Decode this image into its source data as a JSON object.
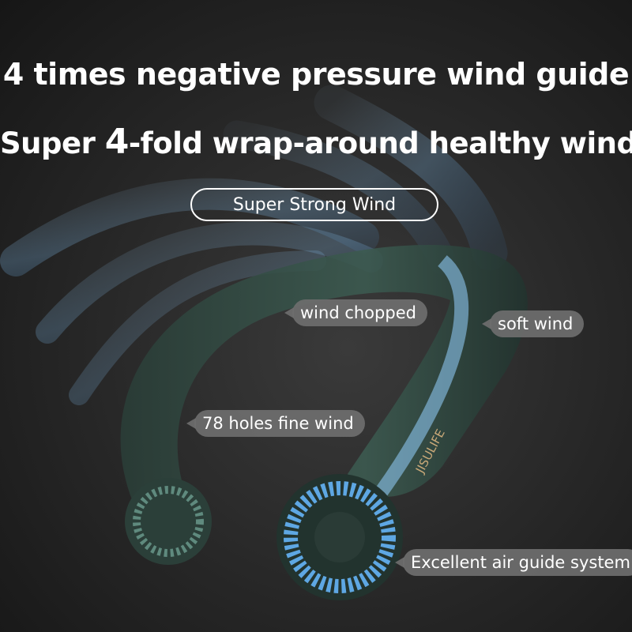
{
  "headline": {
    "line1": "4 times negative pressure wind guide",
    "line2_prefix": "Super ",
    "line2_number": "4",
    "line2_suffix": "-fold wrap-around healthy wind"
  },
  "badge": "Super Strong Wind",
  "callouts": {
    "wind_chopped": "wind chopped",
    "soft_wind": "soft wind",
    "holes": "78 holes fine wind",
    "air_guide": "Excellent air guide system"
  },
  "product": {
    "brand": "JISULIFE"
  },
  "colors": {
    "background": "#262626",
    "wind": "#7fb8e6",
    "device": "#2f4a42",
    "callout": "#6e6e6e"
  }
}
